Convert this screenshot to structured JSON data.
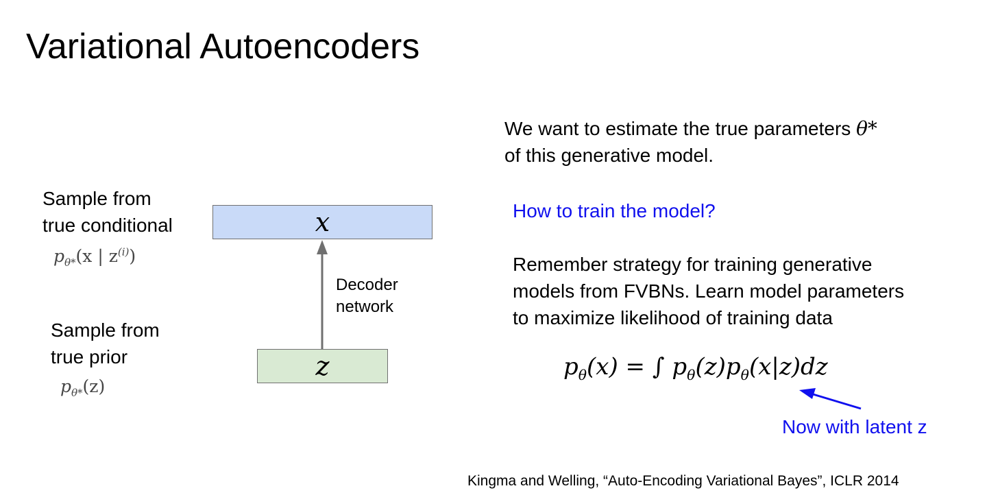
{
  "title": "Variational Autoencoders",
  "left": {
    "sample_conditional": [
      "Sample from",
      "true conditional"
    ],
    "conditional_formula": {
      "p": "p",
      "sub": "θ*",
      "args": "(x | z",
      "sup": "(i)",
      "close": ")"
    },
    "sample_prior": [
      "Sample from",
      "true prior"
    ],
    "prior_formula": {
      "p": "p",
      "sub": "θ*",
      "args": "(z)"
    }
  },
  "diagram": {
    "top_var": "x",
    "bottom_var": "z",
    "arrow_label": [
      "Decoder",
      "network"
    ],
    "colors": {
      "top_box": "#c9daf8",
      "bottom_box": "#d9ead3",
      "arrow": "#707070"
    }
  },
  "right": {
    "estimate": {
      "line1": "We want to estimate the true parameters ",
      "theta": "θ*",
      "line2": "of this generative model."
    },
    "question": "How to train the model?",
    "strategy": [
      "Remember strategy for training generative",
      "models from FVBNs. Learn model parameters",
      "to maximize likelihood of training data"
    ],
    "likelihood": {
      "lhs_p": "p",
      "lhs_sub": "θ",
      "lhs_arg": "(x) = ",
      "integral": "∫",
      "t1": "p",
      "t1_sub": "θ",
      "t1_arg": "(z)",
      "t2": "p",
      "t2_sub": "θ",
      "t2_arg": "(x|z)dz"
    },
    "note": "Now with latent z",
    "accent_color": "#1010ee"
  },
  "citation": "Kingma and Welling, “Auto-Encoding Variational Bayes”, ICLR 2014"
}
